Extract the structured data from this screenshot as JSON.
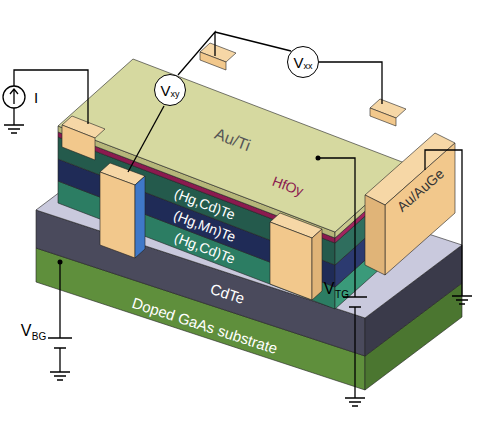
{
  "diagram": {
    "nodes": [
      {
        "text": [
          "V",
          "xy"
        ]
      },
      {
        "text": [
          "V",
          "xx"
        ]
      }
    ],
    "labels": [
      "I",
      "Au/Ti",
      "HfOy",
      "(Hg,Cd)Te",
      "(Hg,Mn)Te",
      "(Hg,Cd)Te",
      "CdTe",
      "Doped GaAs substrate",
      "Au/AuGe",
      "V",
      "TG",
      "V",
      "BG"
    ]
  }
}
